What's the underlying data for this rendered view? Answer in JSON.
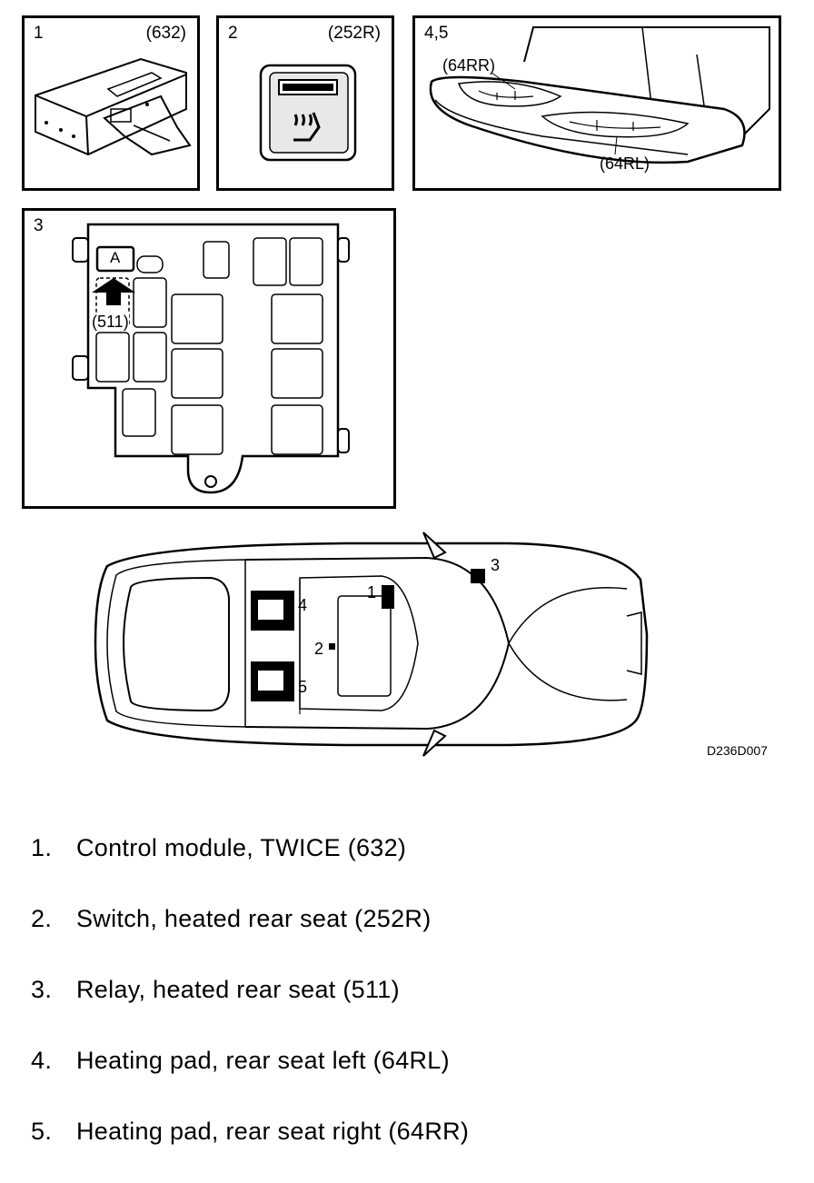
{
  "panels": [
    {
      "number": "1",
      "code": "(632)"
    },
    {
      "number": "2",
      "code": "(252R)"
    },
    {
      "number": "4,5",
      "label_rr": "(64RR)",
      "label_rl": "(64RL)"
    },
    {
      "number": "3",
      "fuse_letter": "A",
      "relay_label": "(511)"
    }
  ],
  "car_callouts": [
    "1",
    "2",
    "3",
    "4",
    "5"
  ],
  "doc_id": "D236D007",
  "legend": [
    {
      "num": "1.",
      "text": "Control module, TWICE (632)"
    },
    {
      "num": "2.",
      "text": "Switch, heated rear seat (252R)"
    },
    {
      "num": "3.",
      "text": "Relay, heated rear seat (511)"
    },
    {
      "num": "4.",
      "text": "Heating pad, rear seat left (64RL)"
    },
    {
      "num": "5.",
      "text": "Heating pad, rear seat right (64RR)"
    }
  ]
}
